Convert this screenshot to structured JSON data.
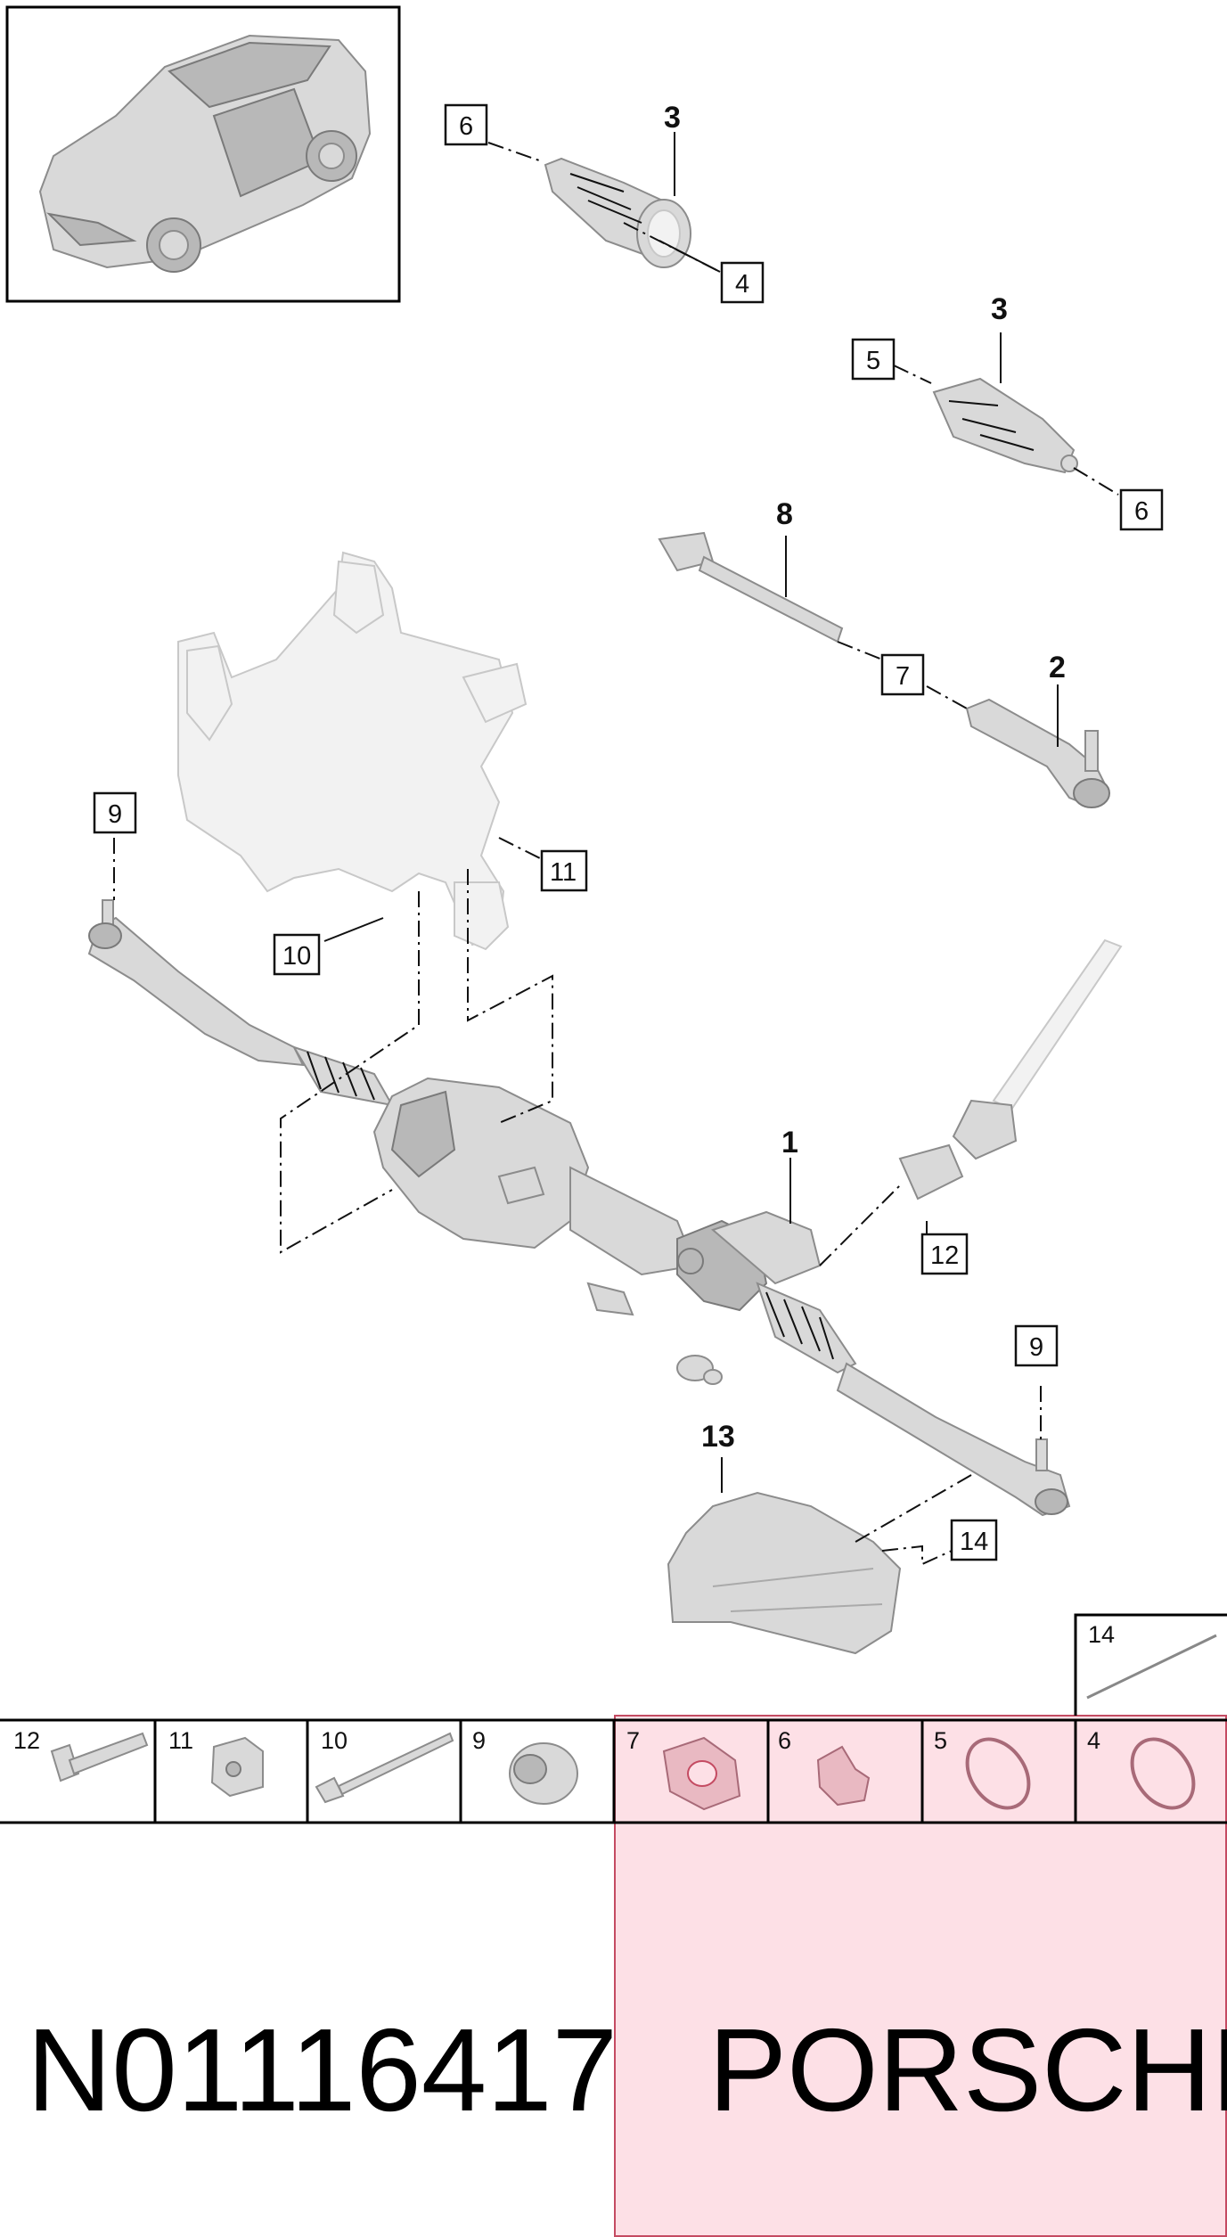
{
  "callouts": {
    "n1": "1",
    "n2": "2",
    "n3a": "3",
    "n3b": "3",
    "n8": "8",
    "n13": "13"
  },
  "boxed": {
    "b6a": "6",
    "b4": "4",
    "b5": "5",
    "b6b": "6",
    "b7": "7",
    "b9a": "9",
    "b11": "11",
    "b10": "10",
    "b12": "12",
    "b9b": "9",
    "b14": "14"
  },
  "parts_table": {
    "top_cell": "14",
    "cells": [
      "12",
      "11",
      "10",
      "9",
      "7",
      "6",
      "5",
      "4"
    ]
  },
  "footer": {
    "part_number": "N01116417",
    "brand": "PORSCHE"
  },
  "colors": {
    "highlight": "#fde0e6",
    "highlight_border": "#c44b62"
  }
}
